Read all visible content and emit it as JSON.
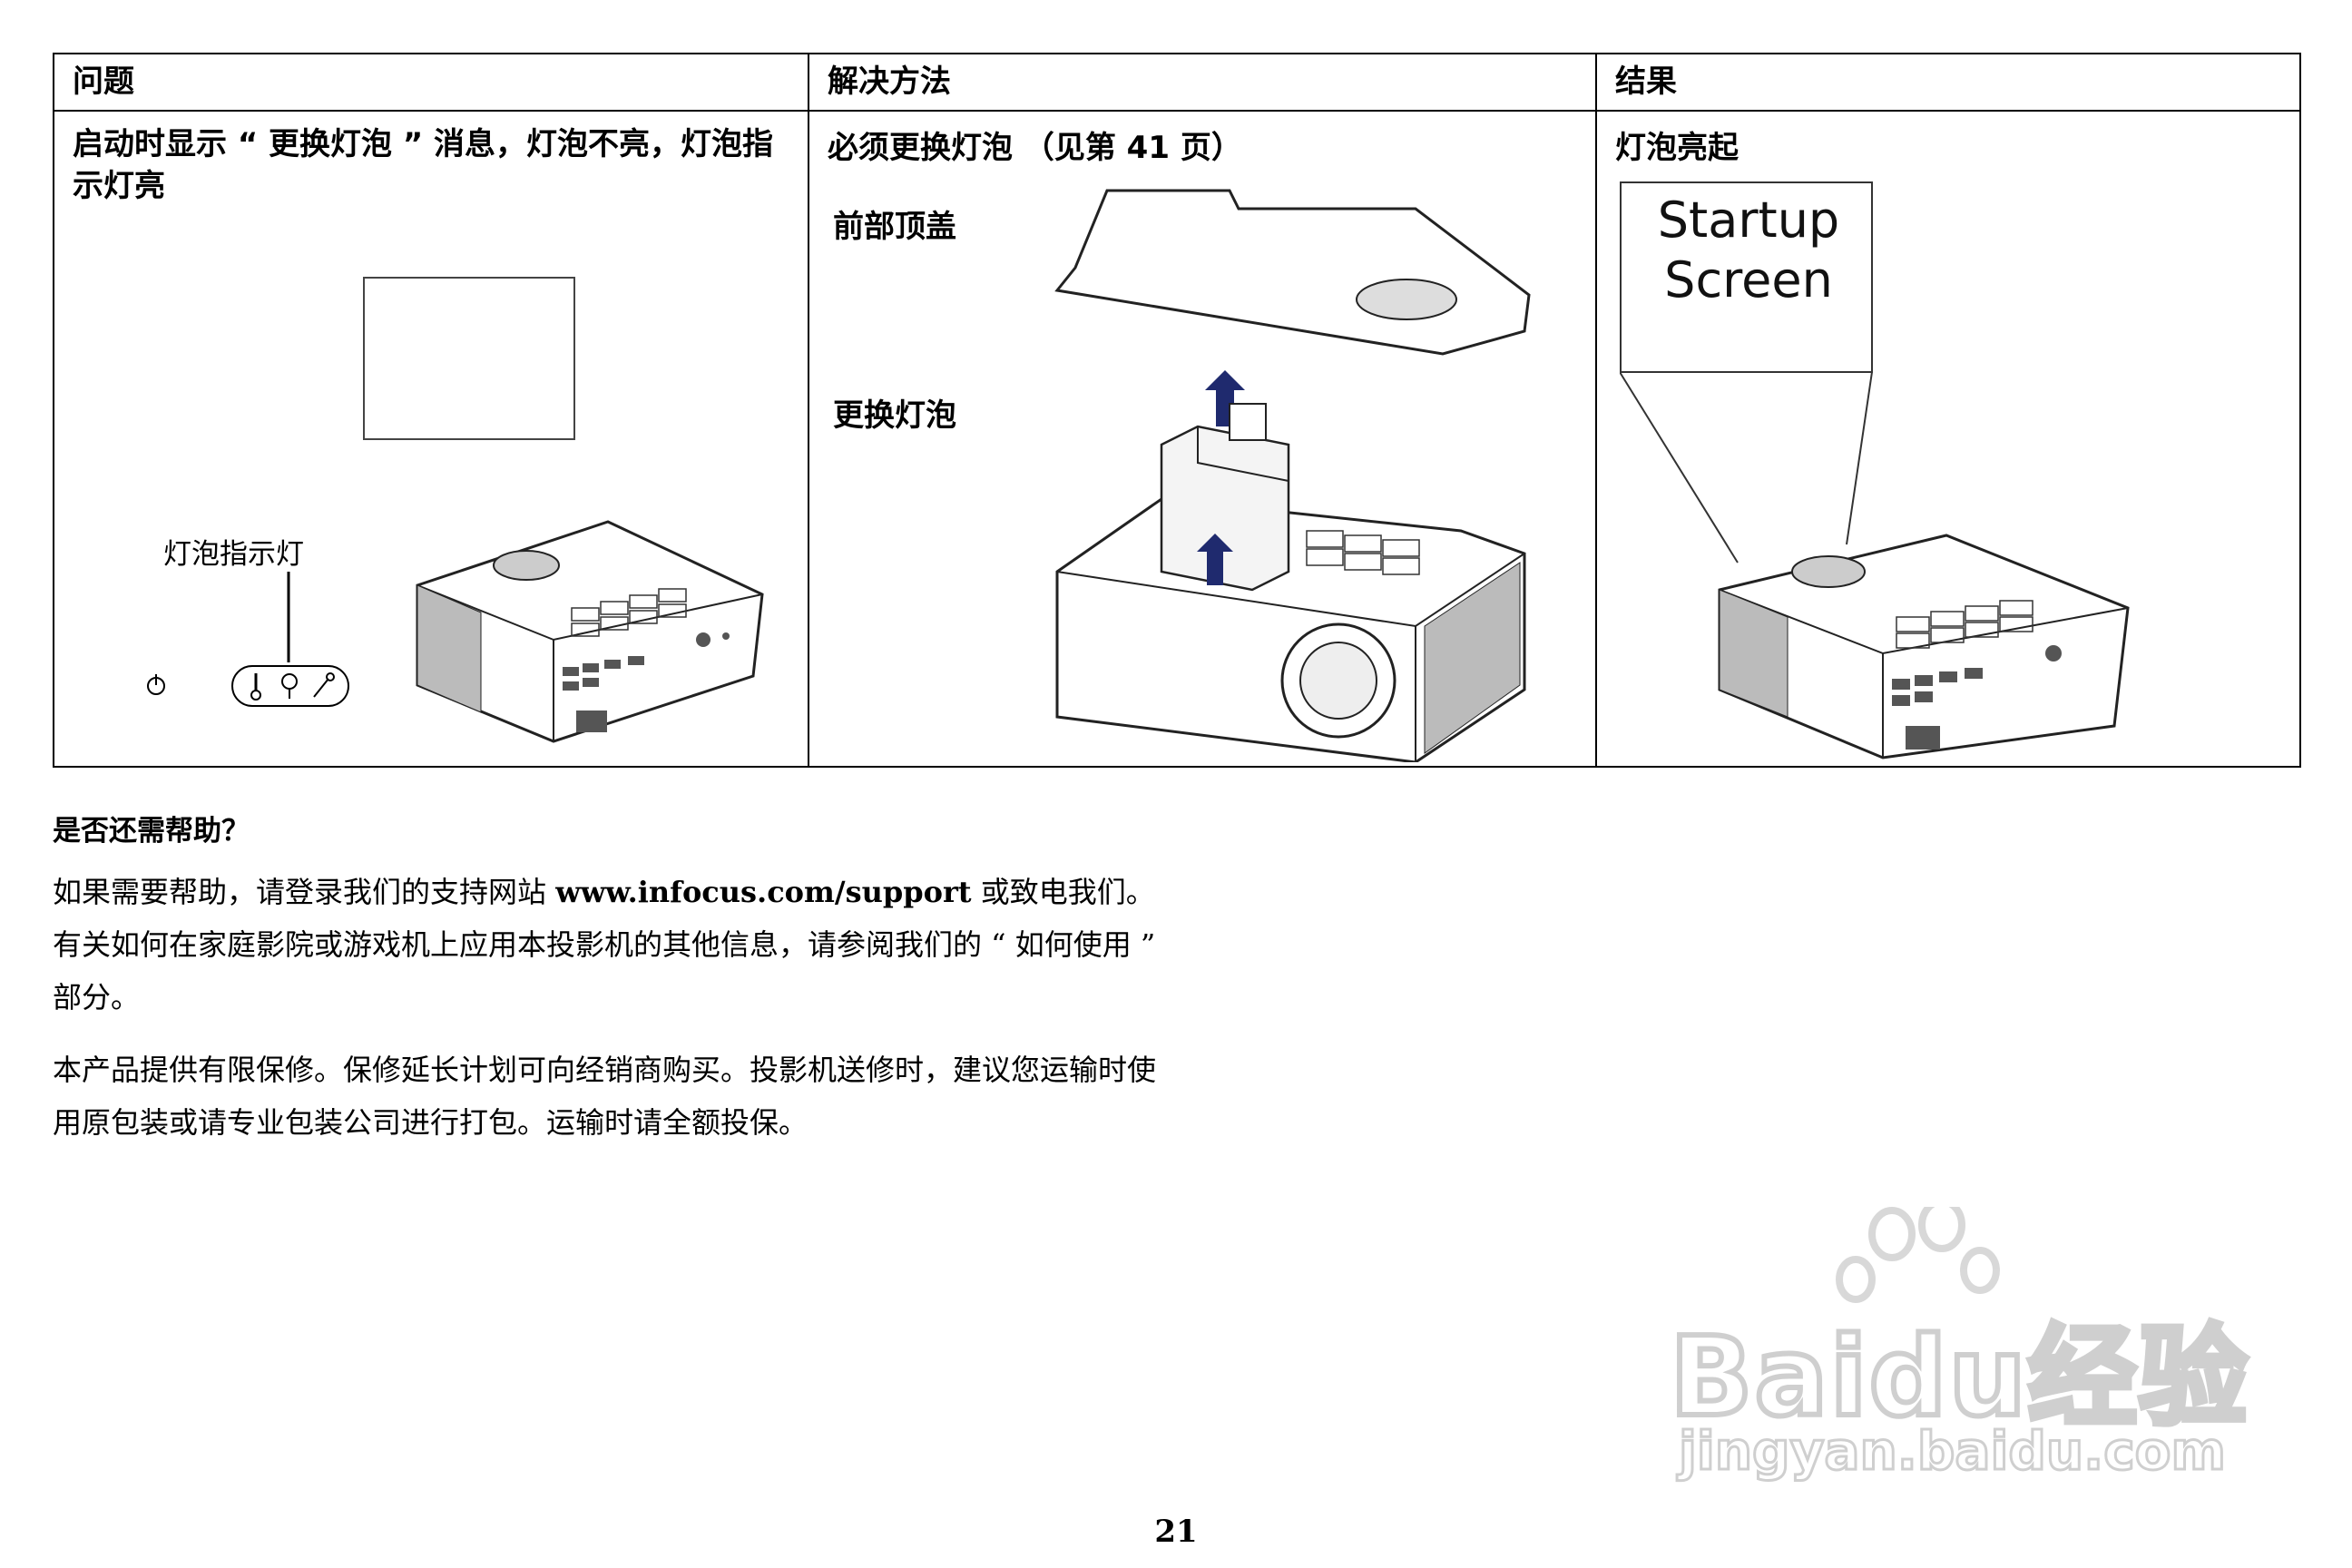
{
  "table": {
    "headers": [
      "问题",
      "解决方法",
      "结果"
    ],
    "problem": {
      "text": "启动时显示 “ 更换灯泡 ” 消息，灯泡不亮，灯泡指示灯亮",
      "lamp_indicator_label": "灯泡指示灯"
    },
    "solution": {
      "text": "必须更换灯泡 （见第 41 页）",
      "front_cover_label": "前部顶盖",
      "replace_lamp_label": "更换灯泡"
    },
    "result": {
      "text": "灯泡亮起",
      "screen_line1": "Startup",
      "screen_line2": "Screen"
    }
  },
  "help": {
    "title": "是否还需帮助？",
    "para1_a": "如果需要帮助，请登录我们的支持网站 ",
    "para1_url": "www.infocus.com/support",
    "para1_b": " 或致电我们。有关如何在家庭影院或游戏机上应用本投影机的其他信息，请参阅我们的 “ 如何使用 ” 部分。",
    "para2": "本产品提供有限保修。保修延长计划可向经销商购买。投影机送修时，建议您运输时使用原包装或请专业包装公司进行打包。运输时请全额投保。"
  },
  "page_number": "21",
  "watermark": {
    "brand": "Bai",
    "brand2": "du",
    "cn": "经验",
    "url": "jingyan.baidu.com"
  }
}
